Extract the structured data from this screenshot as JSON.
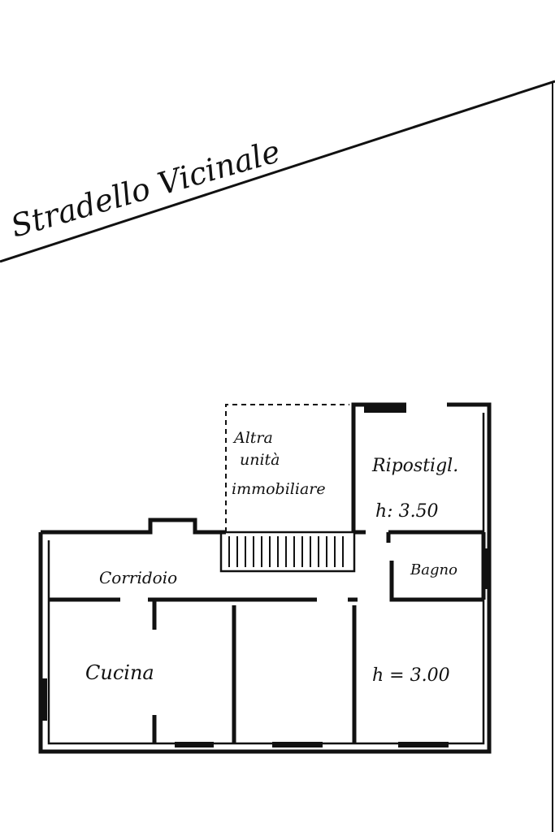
{
  "street": {
    "label": "Stradello Vicinale"
  },
  "rooms": {
    "other_unit": {
      "line1": "Altra",
      "line2": "unità",
      "line3": "immobiliare"
    },
    "storage": {
      "label": "Ripostigl.",
      "height": "h: 3.50"
    },
    "corridor": {
      "label": "Corridoio"
    },
    "bathroom": {
      "label": "Bagno"
    },
    "kitchen": {
      "label": "Cucina"
    },
    "room_right": {
      "height": "h = 3.00"
    }
  }
}
